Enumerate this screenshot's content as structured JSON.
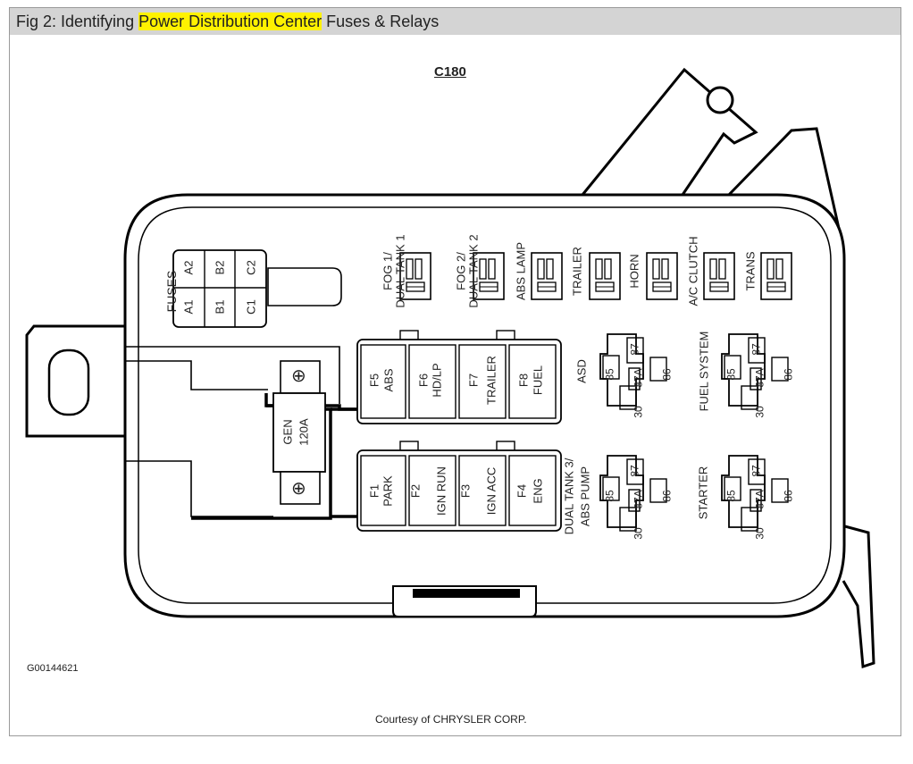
{
  "figure": {
    "title_prefix": "Fig 2: Identifying ",
    "title_highlight": "Power Distribution Center",
    "title_suffix": " Fuses & Relays",
    "highlight_color": "#fff200",
    "connector_label": "C180",
    "image_code": "G00144621",
    "courtesy": "Courtesy of CHRYSLER CORP."
  },
  "fuses_block": {
    "label": "FUSES",
    "cells": [
      "A2",
      "B2",
      "C2",
      "A1",
      "B1",
      "C1"
    ]
  },
  "mini_fuses": [
    "FOG 1/",
    "DUAL TANK 1",
    "FOG 2/",
    "DUAL TANK 2",
    "ABS LAMP",
    "TRAILER",
    "HORN",
    "A/C CLUTCH",
    "TRANS"
  ],
  "maxi_fuses_top": [
    {
      "id": "F5",
      "name": "ABS"
    },
    {
      "id": "F6",
      "name": "HD/LP"
    },
    {
      "id": "F7",
      "name": "TRAILER"
    },
    {
      "id": "F8",
      "name": "FUEL"
    }
  ],
  "maxi_fuses_bottom": [
    {
      "id": "F1",
      "name": "PARK"
    },
    {
      "id": "F2",
      "name": "IGN RUN"
    },
    {
      "id": "F3",
      "name": "IGN ACC"
    },
    {
      "id": "F4",
      "name": "ENG"
    }
  ],
  "gen_fuse": {
    "line1": "GEN",
    "line2": "120A",
    "terminal": "⊕"
  },
  "relays": {
    "asd": "ASD",
    "fuel_system": "FUEL SYSTEM",
    "dual_tank_line1": "DUAL TANK 3/",
    "dual_tank_line2": "ABS PUMP",
    "starter": "STARTER",
    "pins": [
      "87",
      "85",
      "87A",
      "86",
      "30"
    ]
  }
}
